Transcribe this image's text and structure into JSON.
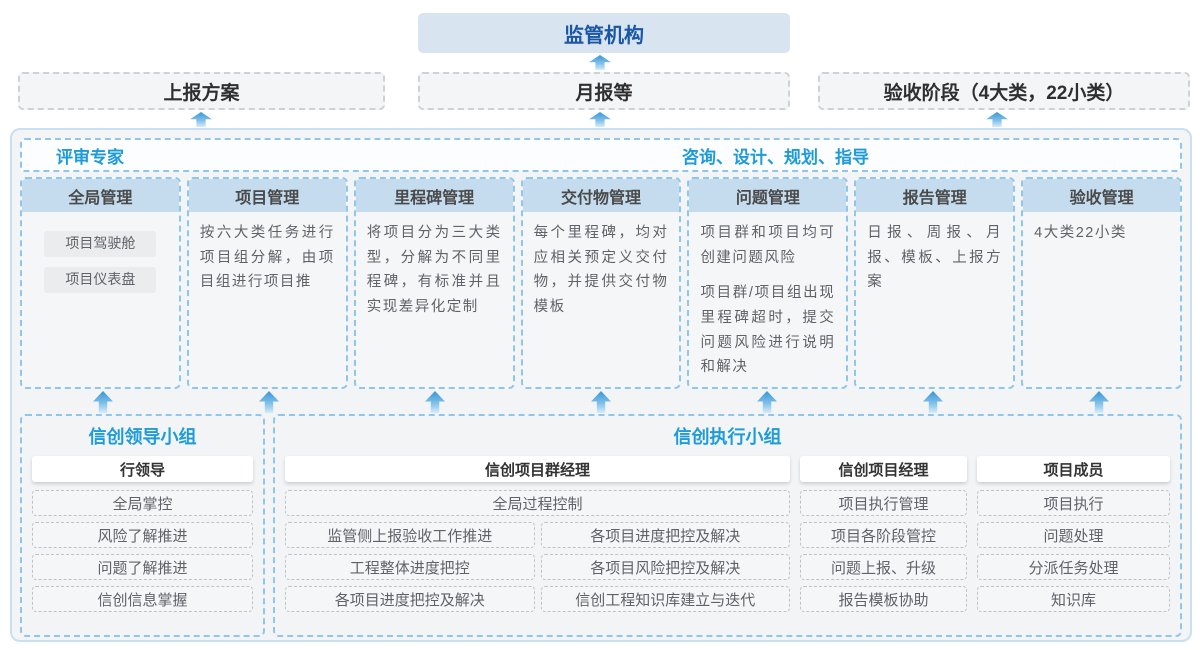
{
  "colors": {
    "accent_blue": "#1e9bd9",
    "dark_blue": "#1a57a5",
    "column_header_bg": "#c5dcee",
    "dashed_blue": "#8fc7ec",
    "arrow_blue": "#3897d5"
  },
  "top": {
    "regulator": "监管机构"
  },
  "flow": {
    "items": [
      "上报方案",
      "月报等",
      "验收阶段（4大类，22小类）"
    ]
  },
  "band": {
    "left": "评审专家",
    "right": "咨询、设计、规划、指导"
  },
  "columns": [
    {
      "title": "全局管理",
      "pills": [
        "项目驾驶舱",
        "项目仪表盘"
      ]
    },
    {
      "title": "项目管理",
      "text": "按六大类任务进行项目组分解，由项目组进行项目推"
    },
    {
      "title": "里程碑管理",
      "text": "将项目分为三大类型，分解为不同里程碑，有标准并且实现差异化定制"
    },
    {
      "title": "交付物管理",
      "text": "每个里程碑，均对应相关预定义交付物，并提供交付物模板"
    },
    {
      "title": "问题管理",
      "paragraphs": [
        "项目群和项目均可创建问题风险",
        "项目群/项目组出现里程碑超时，提交问题风险进行说明和解决"
      ]
    },
    {
      "title": "报告管理",
      "text": "日报、周报、月报、模板、上报方案"
    },
    {
      "title": "验收管理",
      "text": "4大类22小类"
    }
  ],
  "leader_group": {
    "title": "信创领导小组",
    "role": "行领导",
    "items": [
      "全局掌控",
      "风险了解推进",
      "问题了解推进",
      "信创信息掌握"
    ]
  },
  "exec_group": {
    "title": "信创执行小组",
    "program_manager": {
      "role": "信创项目群经理",
      "full_item": "全局过程控制",
      "left_items": [
        "监管侧上报验收工作推进",
        "工程整体进度把控",
        "各项目进度把控及解决"
      ],
      "right_items": [
        "各项目进度把控及解决",
        "各项目风险把控及解决",
        "信创工程知识库建立与迭代"
      ]
    },
    "project_manager": {
      "role": "信创项目经理",
      "items": [
        "项目执行管理",
        "项目各阶段管控",
        "问题上报、升级",
        "报告模板协助"
      ]
    },
    "member": {
      "role": "项目成员",
      "items": [
        "项目执行",
        "问题处理",
        "分派任务处理",
        "知识库"
      ]
    }
  }
}
